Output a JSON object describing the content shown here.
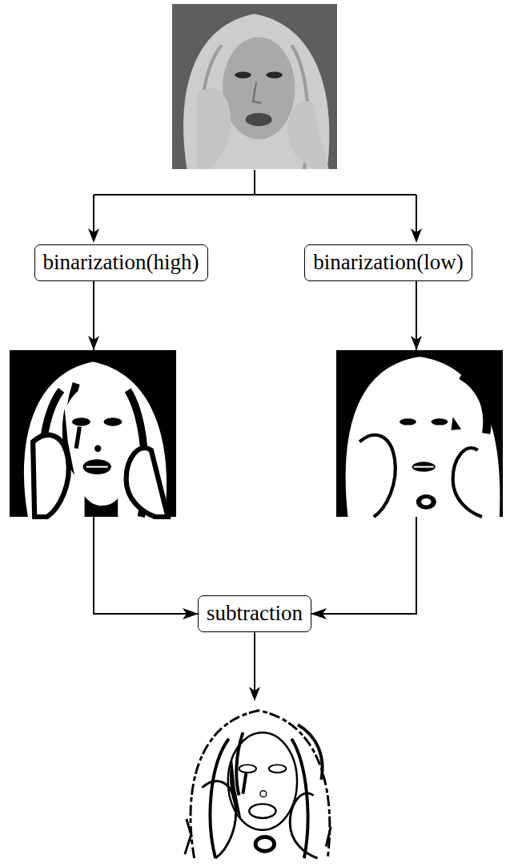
{
  "diagram": {
    "nodes": [
      {
        "text": [
          "binarization(high)"
        ]
      },
      {
        "text": [
          "binarization(low)"
        ]
      },
      {
        "text": [
          "subtraction"
        ]
      }
    ],
    "edges": [
      {
        "from": 0,
        "to": 2,
        "arrow": "to"
      },
      {
        "from": 1,
        "to": 2,
        "arrow": "to"
      }
    ]
  }
}
